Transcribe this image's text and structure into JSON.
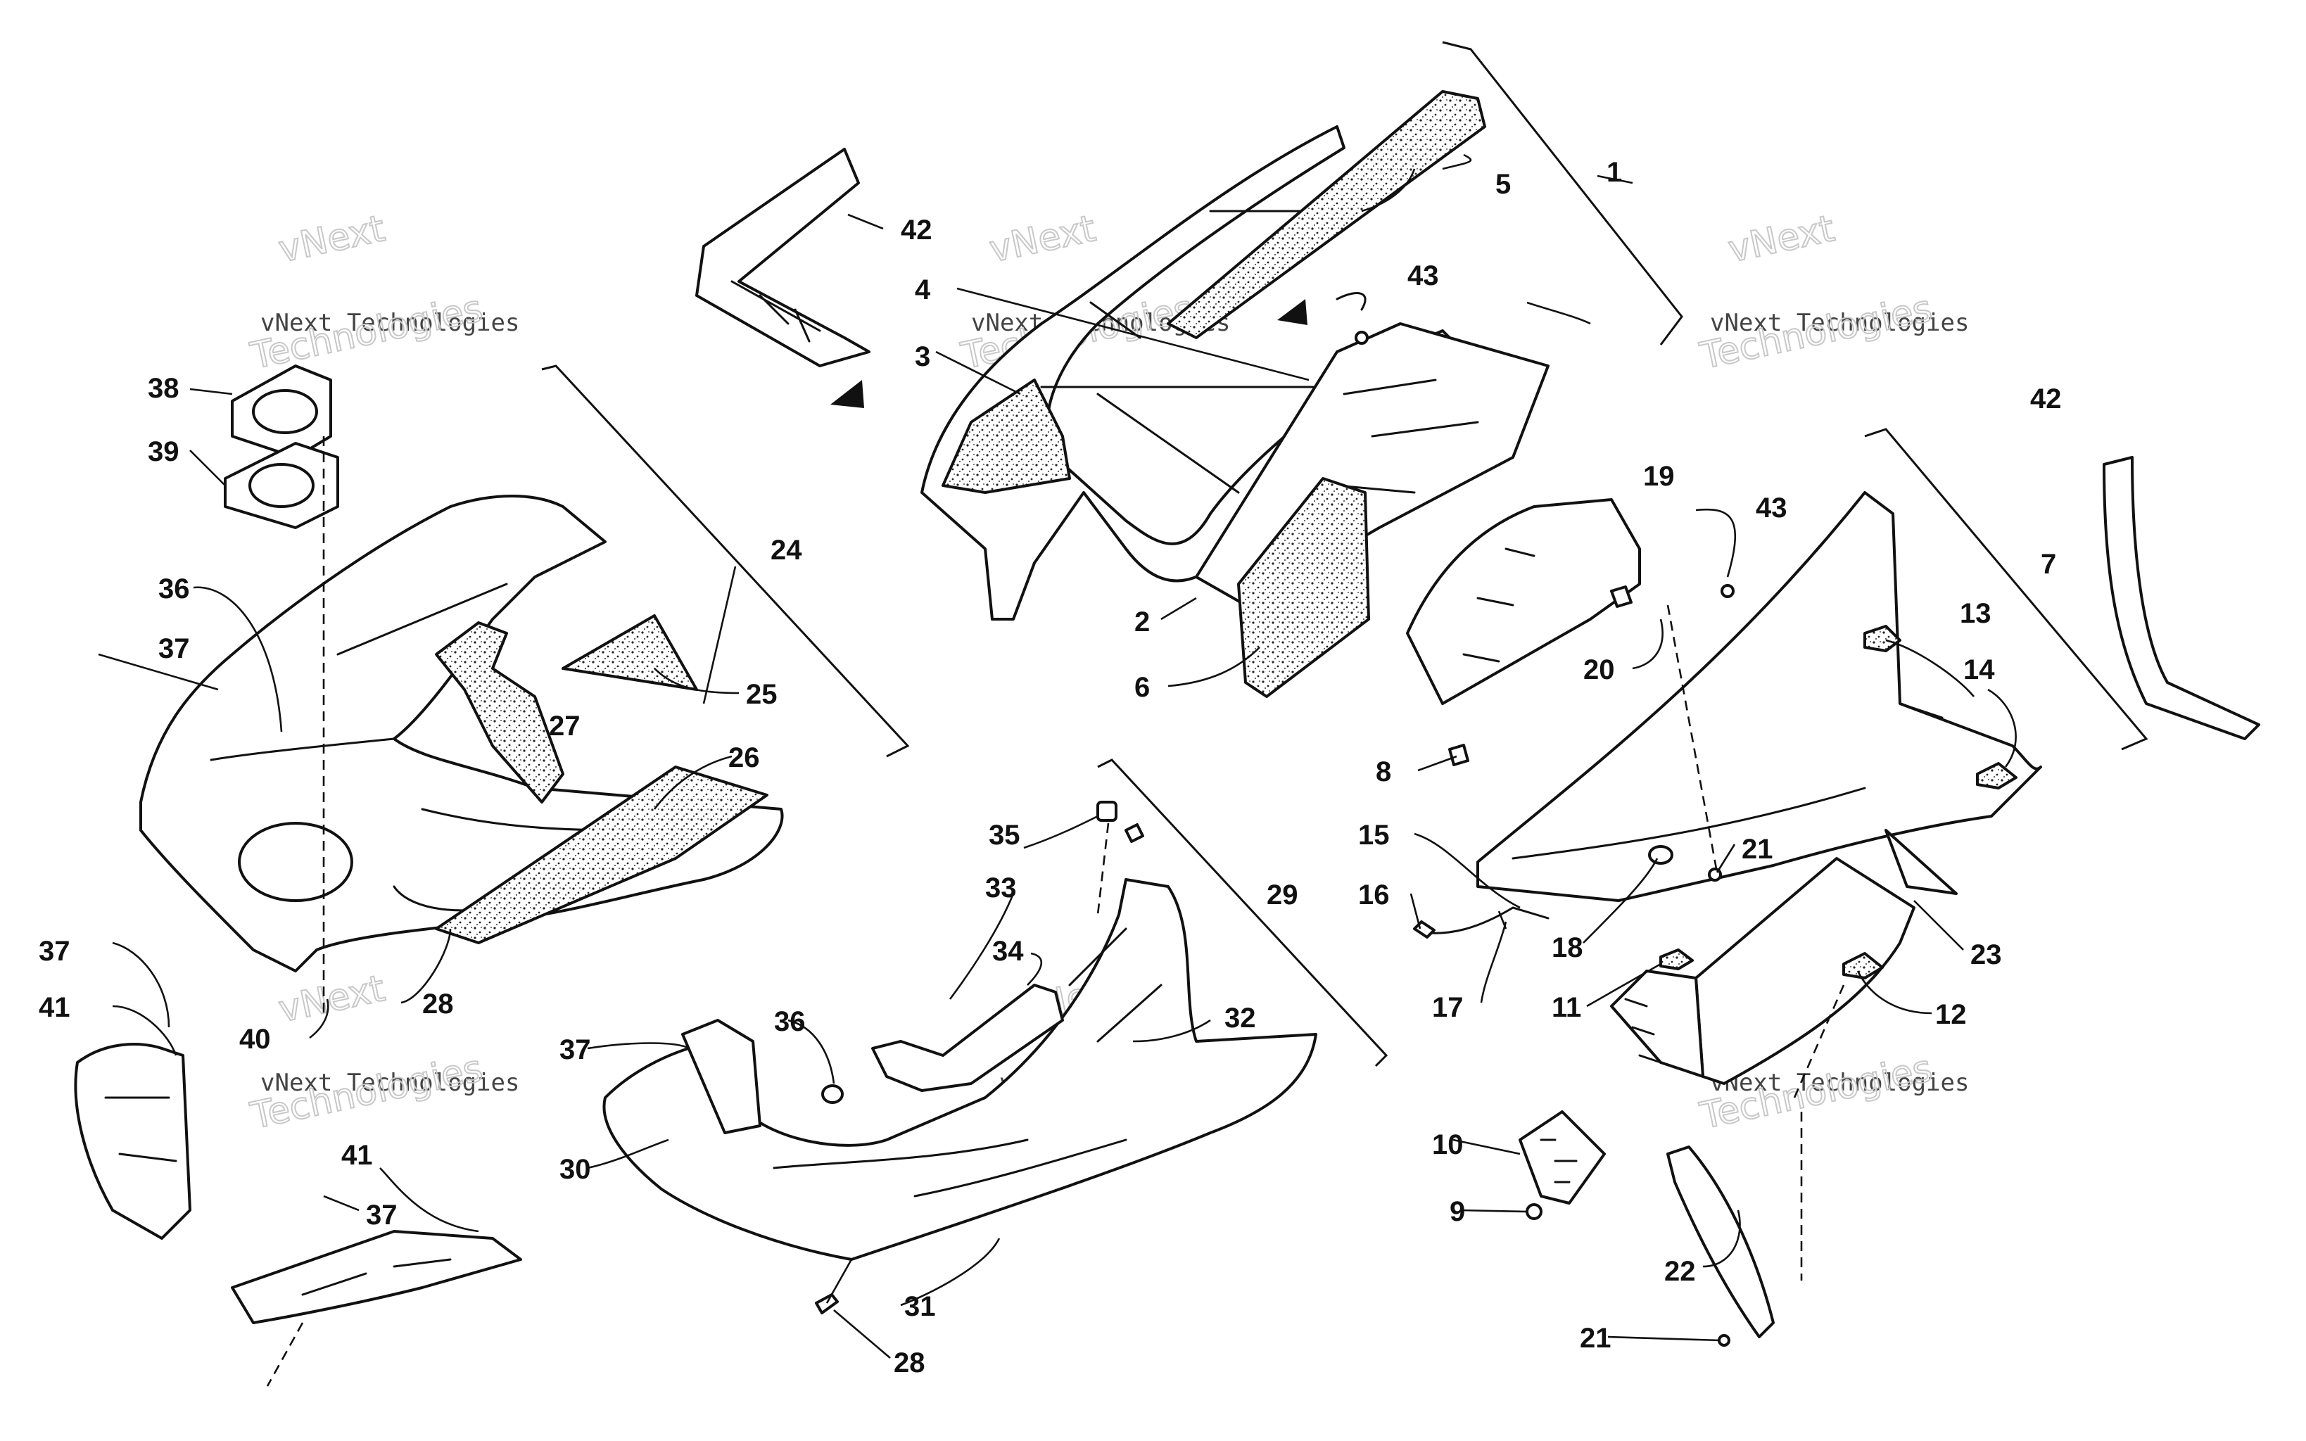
{
  "callouts": {
    "c1": "1",
    "c2": "2",
    "c3": "3",
    "c4": "4",
    "c5": "5",
    "c6": "6",
    "c7": "7",
    "c8": "8",
    "c9": "9",
    "c10": "10",
    "c11": "11",
    "c12": "12",
    "c13": "13",
    "c14": "14",
    "c15": "15",
    "c16": "16",
    "c17": "17",
    "c18": "18",
    "c19": "19",
    "c20": "20",
    "c21a": "21",
    "c21b": "21",
    "c22": "22",
    "c23": "23",
    "c24": "24",
    "c25": "25",
    "c26": "26",
    "c27": "27",
    "c28a": "28",
    "c28b": "28",
    "c29": "29",
    "c30": "30",
    "c31": "31",
    "c32": "32",
    "c33": "33",
    "c34": "34",
    "c35": "35",
    "c36a": "36",
    "c36b": "36",
    "c37a": "37",
    "c37b": "37",
    "c37c": "37",
    "c37d": "37",
    "c38": "38",
    "c39": "39",
    "c40": "40",
    "c41a": "41",
    "c41b": "41",
    "c42a": "42",
    "c42b": "42",
    "c43a": "43",
    "c43b": "43"
  },
  "watermark": {
    "brand": "vNext",
    "line": "vNext Technologies",
    "word": "Technologies"
  },
  "colors": {
    "ink": "#111111",
    "watermark": "#c8c8c8",
    "background": "#ffffff"
  }
}
